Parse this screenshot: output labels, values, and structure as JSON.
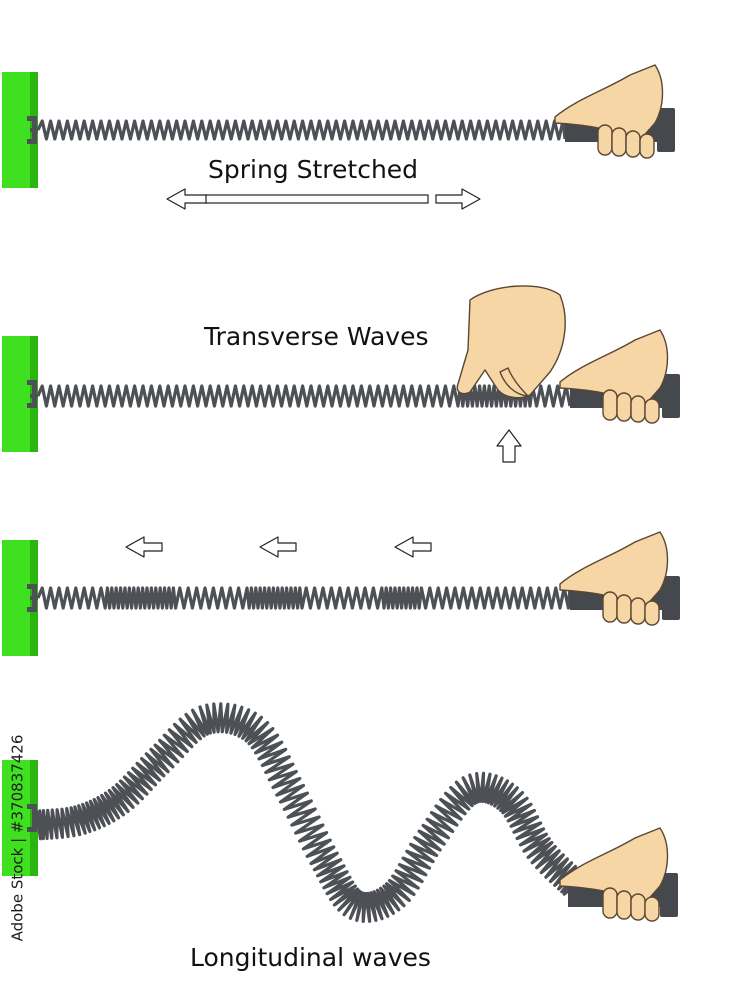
{
  "labels": {
    "spring_stretched": "Spring Stretched",
    "transverse_waves": "Transverse Waves",
    "longitudinal_waves": "Longitudinal waves"
  },
  "watermark": {
    "stock_id": "Adobe Stock | #370837426"
  },
  "colors": {
    "wall": "#3fe01f",
    "wall_shade": "#2bb511",
    "spring": "#4d5055",
    "skin": "#f7d6a6",
    "skin_outline": "#5a4632",
    "handle": "#45484c"
  }
}
